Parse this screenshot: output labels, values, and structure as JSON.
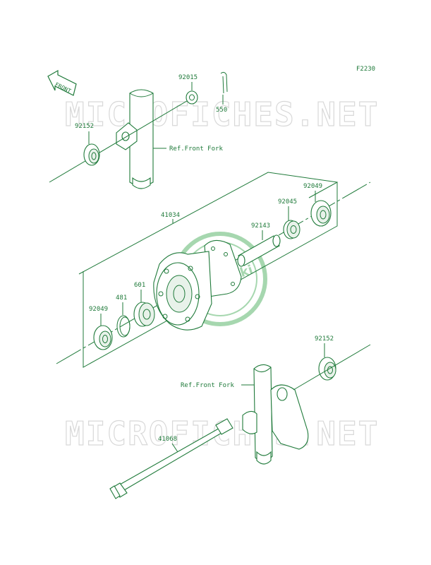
{
  "diagram_code": "F2230",
  "front_label": "FRONT",
  "watermark_text": "MICROFICHES.NET",
  "logo_text": "Kawasaki",
  "ref_labels": {
    "top_fork": "Ref.Front Fork",
    "bottom_fork": "Ref.Front Fork"
  },
  "parts": {
    "p92015": "92015",
    "p550": "550",
    "p92152_top": "92152",
    "p41034": "41034",
    "p92049_right": "92049",
    "p92045": "92045",
    "p92143": "92143",
    "p601": "601",
    "p481": "481",
    "p92049_left": "92049",
    "p92152_bottom": "92152",
    "p41068": "41068"
  },
  "colors": {
    "line": "#1f7a3a",
    "watermark": "#b9b9b9"
  }
}
